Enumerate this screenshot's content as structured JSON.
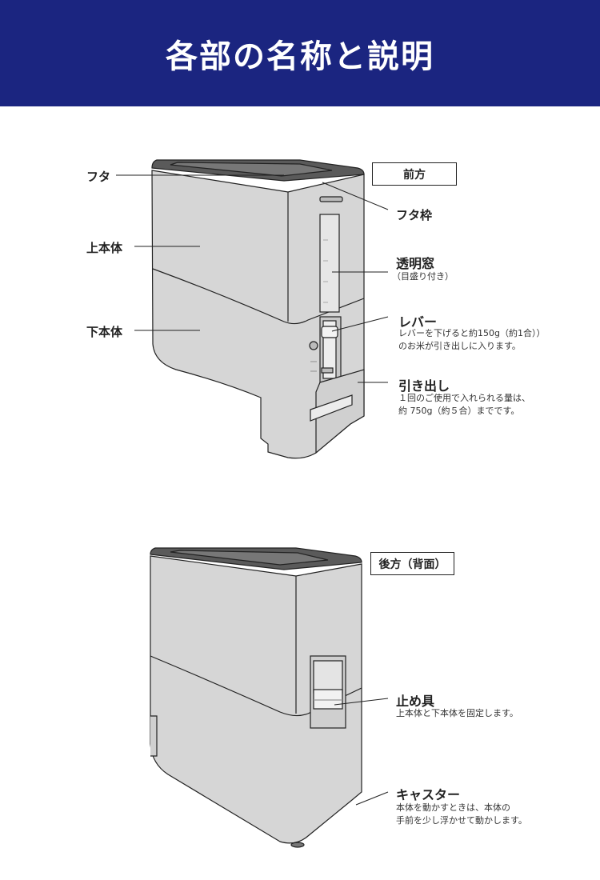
{
  "title": "各部の名称と説明",
  "front": {
    "view_label": "前方",
    "parts": {
      "futa": "フタ",
      "upper_body": "上本体",
      "lower_body": "下本体",
      "futa_waku": "フタ枠",
      "window": "透明窓",
      "window_desc": "（目盛り付き）",
      "lever": "レバー",
      "lever_desc_1": "レバーを下げると約150g（約1合））",
      "lever_desc_2": "のお米が引き出しに入ります。",
      "drawer": "引き出し",
      "drawer_desc_1": "１回のご使用で入れられる量は、",
      "drawer_desc_2": "約 750g（約５合）までです。"
    }
  },
  "back": {
    "view_label": "後方（背面）",
    "parts": {
      "stopper": "止め具",
      "stopper_desc": "上本体と下本体を固定します。",
      "caster": "キャスター",
      "caster_desc_1": "本体を動かすときは、本体の",
      "caster_desc_2": "手前を少し浮かせて動かします。"
    }
  },
  "colors": {
    "header_bg": "#1b2580",
    "body_fill": "#d6d6d6",
    "lid_fill": "#5a5a5a",
    "outline": "#222222"
  }
}
